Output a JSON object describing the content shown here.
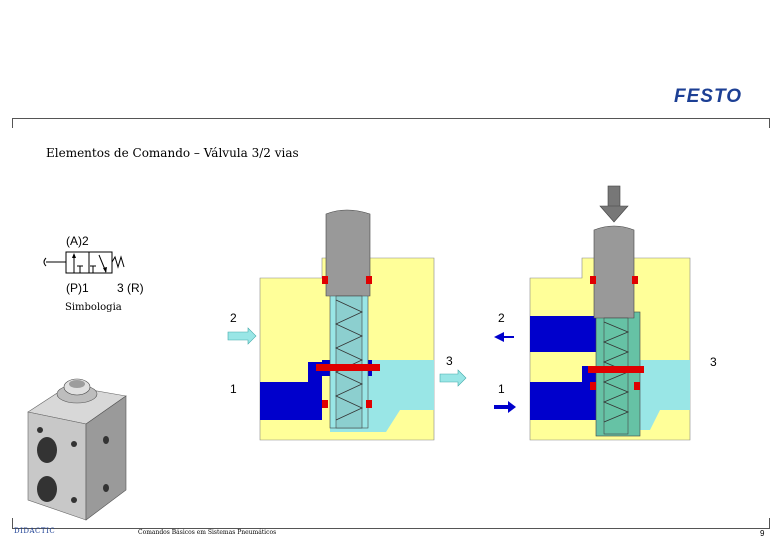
{
  "header": {
    "logo_text": "FESTO"
  },
  "page": {
    "title": "Elementos de Comando  – Válvula 3/2 vias"
  },
  "symbol": {
    "port_a_label": "(A)2",
    "port_p_label": "(P)1",
    "port_r_label": "3 (R)",
    "caption": "Simbologia"
  },
  "valve_left": {
    "port_2": "2",
    "port_3": "3",
    "port_1": "1"
  },
  "valve_right": {
    "port_2": "2",
    "port_3": "3",
    "port_1": "1"
  },
  "footer": {
    "brand": "DIDACTIC",
    "center_text": "Comandos Básicos em Sistemas Pneumáticos",
    "page_number": "9"
  },
  "colors": {
    "body_yellow": "#ffff99",
    "pressure_blue": "#0000cc",
    "exhaust_cyan": "#99e6e6",
    "stem_gray": "#999999",
    "seal_red": "#e00000",
    "brand_blue": "#1c3f94"
  }
}
